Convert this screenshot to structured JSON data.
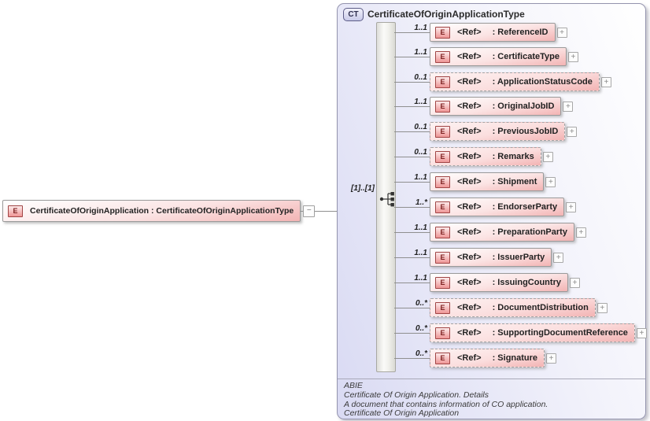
{
  "root_element": {
    "icon_label": "E",
    "label": "CertificateOfOriginApplication : CertificateOfOriginApplicationType",
    "collapse_glyph": "−"
  },
  "complex_type": {
    "badge": "CT",
    "title": "CertificateOfOriginApplicationType",
    "compositor_cardinality": "[1]..[1]",
    "compositor_icon": "sequence-icon",
    "children": [
      {
        "cardinality": "1..1",
        "icon_label": "E",
        "ref_label": "<Ref>",
        "name_label": ": ReferenceID",
        "optional": false,
        "expand_glyph": "+"
      },
      {
        "cardinality": "1..1",
        "icon_label": "E",
        "ref_label": "<Ref>",
        "name_label": ": CertificateType",
        "optional": false,
        "expand_glyph": "+"
      },
      {
        "cardinality": "0..1",
        "icon_label": "E",
        "ref_label": "<Ref>",
        "name_label": ": ApplicationStatusCode",
        "optional": true,
        "expand_glyph": "+"
      },
      {
        "cardinality": "1..1",
        "icon_label": "E",
        "ref_label": "<Ref>",
        "name_label": ": OriginalJobID",
        "optional": false,
        "expand_glyph": "+"
      },
      {
        "cardinality": "0..1",
        "icon_label": "E",
        "ref_label": "<Ref>",
        "name_label": ": PreviousJobID",
        "optional": true,
        "expand_glyph": "+"
      },
      {
        "cardinality": "0..1",
        "icon_label": "E",
        "ref_label": "<Ref>",
        "name_label": ": Remarks",
        "optional": true,
        "expand_glyph": "+"
      },
      {
        "cardinality": "1..1",
        "icon_label": "E",
        "ref_label": "<Ref>",
        "name_label": ": Shipment",
        "optional": false,
        "expand_glyph": "+"
      },
      {
        "cardinality": "1..*",
        "icon_label": "E",
        "ref_label": "<Ref>",
        "name_label": ": EndorserParty",
        "optional": false,
        "expand_glyph": "+"
      },
      {
        "cardinality": "1..1",
        "icon_label": "E",
        "ref_label": "<Ref>",
        "name_label": ": PreparationParty",
        "optional": false,
        "expand_glyph": "+"
      },
      {
        "cardinality": "1..1",
        "icon_label": "E",
        "ref_label": "<Ref>",
        "name_label": ": IssuerParty",
        "optional": false,
        "expand_glyph": "+"
      },
      {
        "cardinality": "1..1",
        "icon_label": "E",
        "ref_label": "<Ref>",
        "name_label": ": IssuingCountry",
        "optional": false,
        "expand_glyph": "+"
      },
      {
        "cardinality": "0..*",
        "icon_label": "E",
        "ref_label": "<Ref>",
        "name_label": ": DocumentDistribution",
        "optional": true,
        "expand_glyph": "+"
      },
      {
        "cardinality": "0..*",
        "icon_label": "E",
        "ref_label": "<Ref>",
        "name_label": ": SupportingDocumentReference",
        "optional": true,
        "expand_glyph": "+"
      },
      {
        "cardinality": "0..*",
        "icon_label": "E",
        "ref_label": "<Ref>",
        "name_label": ": Signature",
        "optional": true,
        "expand_glyph": "+"
      }
    ],
    "annotation_lines": [
      "ABIE",
      "Certificate Of Origin Application. Details",
      "A document that contains information of CO application.",
      "Certificate Of Origin Application"
    ]
  },
  "colors": {
    "element_fill_pink": "#f3b4b4",
    "element_icon_border_red": "#a04545",
    "complex_type_lavender": "#d9daf3",
    "box_border_gray": "#9a9a9a",
    "connector_line_gray": "#8f8f8f"
  }
}
